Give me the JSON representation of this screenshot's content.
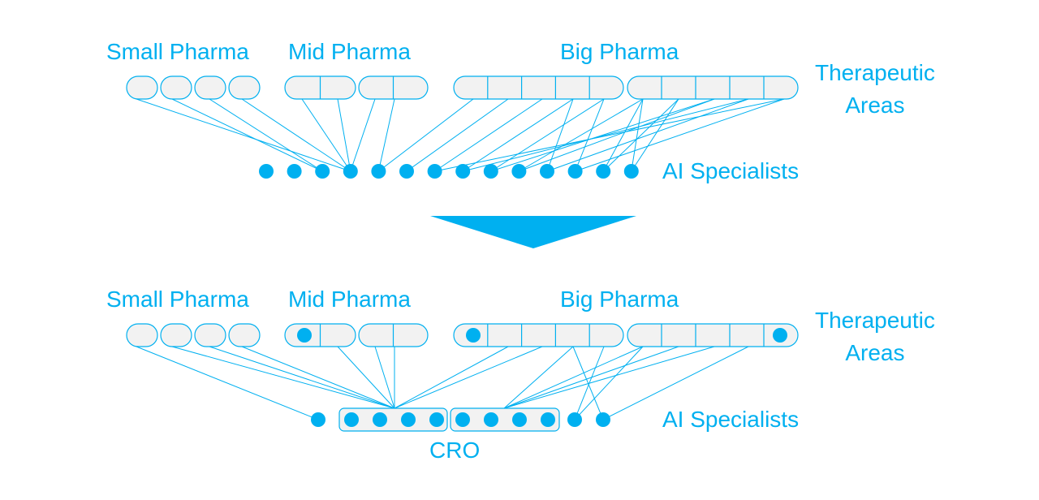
{
  "colors": {
    "accent": "#00b0f0",
    "pill_fill": "#f2f2f2",
    "background": "#ffffff"
  },
  "labels": {
    "small_pharma": "Small Pharma",
    "mid_pharma": "Mid Pharma",
    "big_pharma": "Big Pharma",
    "therapeutic_line1": "Therapeutic",
    "therapeutic_line2": "Areas",
    "ai_specialists": "AI Specialists",
    "cro": "CRO"
  },
  "before": {
    "company_groups": [
      {
        "tier": "small",
        "company_count": 4,
        "areas_per_company": 1
      },
      {
        "tier": "mid",
        "company_count": 2,
        "areas_per_company": 2
      },
      {
        "tier": "big",
        "company_count": 2,
        "areas_per_company": 5
      }
    ],
    "ai_specialist_count": 14
  },
  "after": {
    "in_house_specialists": 3,
    "cro_groups": [
      {
        "specialists": 4
      },
      {
        "specialists": 4
      }
    ],
    "independent_specialists": 3
  }
}
